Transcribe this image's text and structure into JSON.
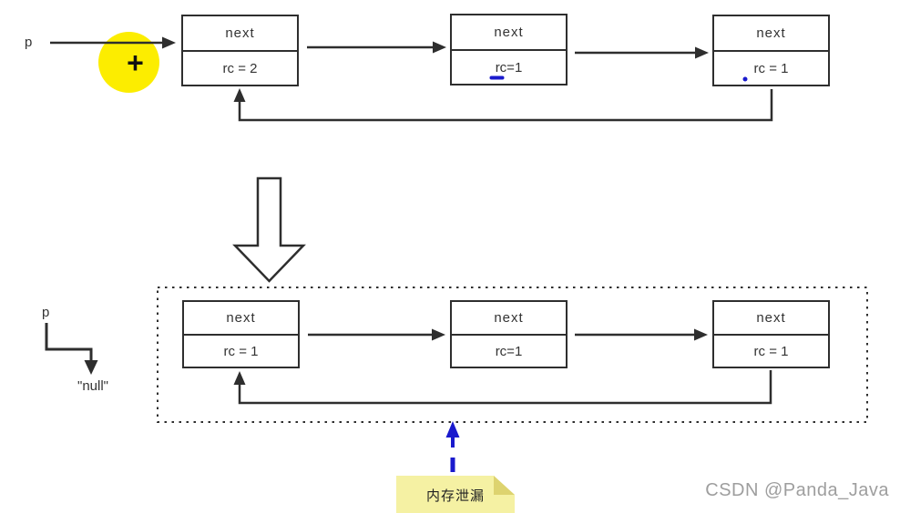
{
  "window": {
    "background": "#ffffff"
  },
  "colors": {
    "line": "#2e2e2e",
    "text": "#333333",
    "accent_blue": "#1a1acd",
    "highlight_yellow": "#fced00",
    "note_bg": "#f5f1a3",
    "note_fold": "#ddd36f",
    "watermark": "#9e9e9e"
  },
  "top_diagram": {
    "pointer_label": "p",
    "highlight_plus": "+",
    "nodes": [
      {
        "next": "next",
        "rc": "rc = 2"
      },
      {
        "next": "next",
        "rc": "rc=1"
      },
      {
        "next": "next",
        "rc": "rc = 1"
      }
    ]
  },
  "bottom_diagram": {
    "pointer_label": "p",
    "null_label": "\"null\"",
    "nodes": [
      {
        "next": "next",
        "rc": "rc = 1"
      },
      {
        "next": "next",
        "rc": "rc=1"
      },
      {
        "next": "next",
        "rc": "rc = 1"
      }
    ]
  },
  "annotation_note": {
    "text": "内存泄漏"
  },
  "watermark": {
    "text": "CSDN @Panda_Java"
  }
}
